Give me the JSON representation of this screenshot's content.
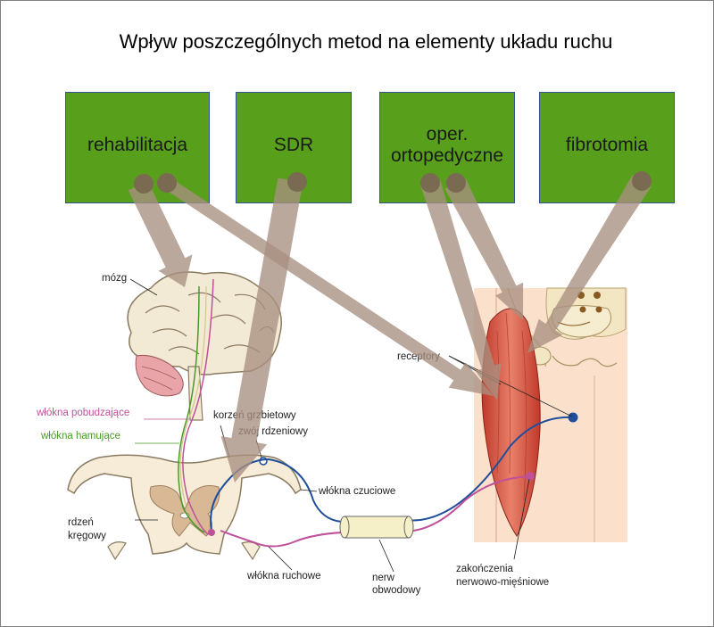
{
  "title": "Wpływ poszczególnych metod na elementy układu ruchu",
  "boxes": [
    "rehabilitacja",
    "SDR",
    "oper.\nortopedyczne",
    "fibrotomia"
  ],
  "labels": {
    "mozg": "mózg",
    "wlokna_pobudzajace": "włókna pobudzające",
    "wlokna_hamujace": "włókna hamujące",
    "korzen_grzbietowy": "korzeń grzbietowy",
    "zwoj_rdzeniowy": "zwój rdzeniowy",
    "rdzen": "rdzeń",
    "kregowy": "kręgowy",
    "wlokna_czuciowe": "włókna czuciowe",
    "wlokna_ruchowe": "włókna ruchowe",
    "nerw": "nerw",
    "obwodowy": "obwodowy",
    "receptory": "receptory",
    "zakonczenia": "zakończenia",
    "nerwowo_miesniowe": "nerwowo-mięśniowe"
  },
  "colors": {
    "box_fill": "#58a01c",
    "box_border": "#2f5597",
    "arrow": "#a89080",
    "excitatory": "#c0509a",
    "inhibitory": "#4a9a2a",
    "sensory": "#1f4e9a"
  }
}
